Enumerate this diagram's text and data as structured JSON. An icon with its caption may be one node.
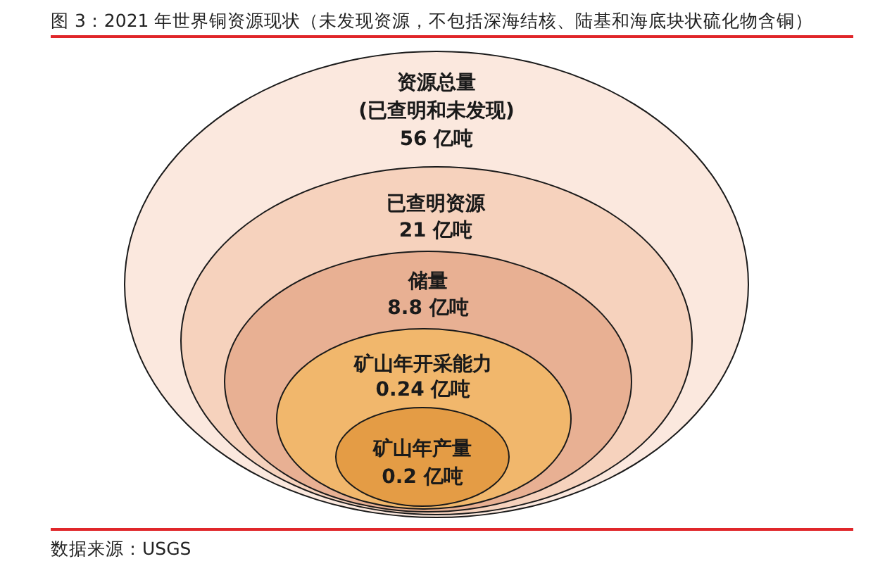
{
  "diagram": {
    "title": "图 3：2021 年世界铜资源现状（未发现资源，不包括深海结核、陆基和海底块状硫化物含铜）",
    "caption": "数据来源：USGS",
    "nodes": [
      {
        "text": [
          "资源总量",
          "(已查明和未发现)",
          "56 亿吨"
        ]
      },
      {
        "text": [
          "已查明资源",
          "21 亿吨"
        ],
        "in": 0
      },
      {
        "text": [
          "储量",
          "8.8 亿吨"
        ],
        "in": 1
      },
      {
        "text": [
          "矿山年开采能力",
          "0.24 亿吨"
        ],
        "in": 2
      },
      {
        "text": [
          "矿山年产量",
          "0.2 亿吨"
        ],
        "in": 3
      }
    ]
  }
}
